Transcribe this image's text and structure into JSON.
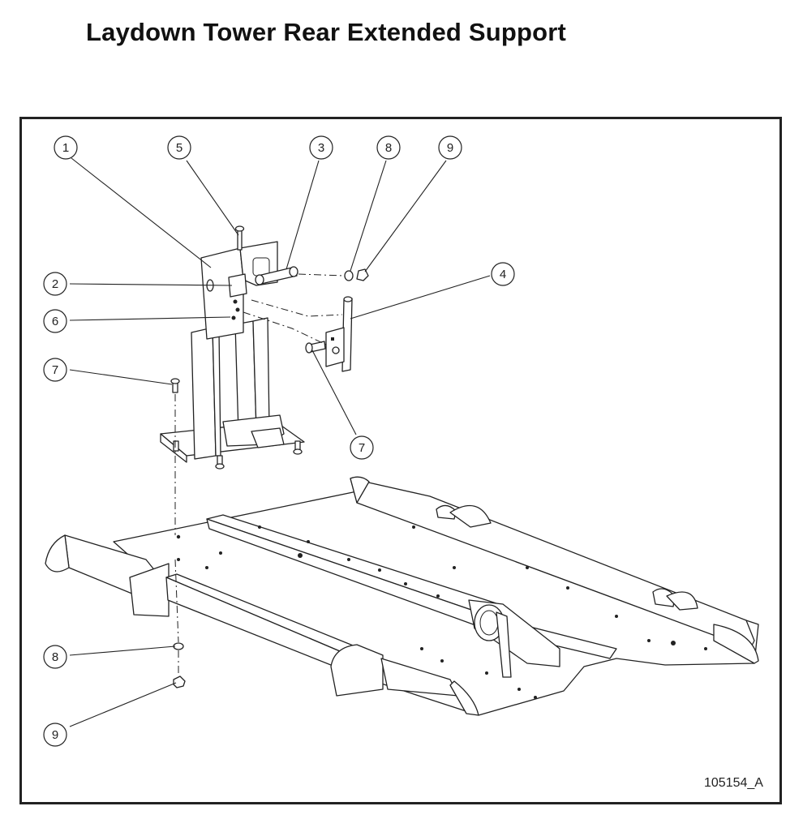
{
  "title": "Laydown Tower Rear Extended Support",
  "document_id": "105154_A",
  "callouts": [
    {
      "label": "1"
    },
    {
      "label": "5"
    },
    {
      "label": "3"
    },
    {
      "label": "8"
    },
    {
      "label": "9"
    },
    {
      "label": "4"
    },
    {
      "label": "2"
    },
    {
      "label": "6"
    },
    {
      "label": "7"
    },
    {
      "label": "7"
    },
    {
      "label": "8"
    },
    {
      "label": "9"
    }
  ]
}
